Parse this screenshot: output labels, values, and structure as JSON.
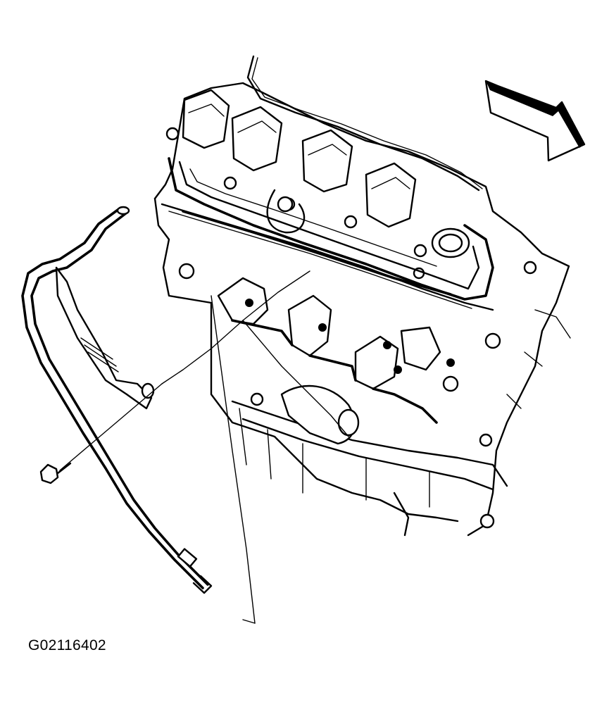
{
  "figure": {
    "id_label": "G02116402",
    "drawing_style": "black line art on white",
    "colors": {
      "ink": "#000000",
      "background": "#ffffff"
    }
  },
  "parts": [
    {
      "name": "engine-block",
      "icon": "engine-icon"
    },
    {
      "name": "valve-cover",
      "icon": "valve-cover-icon"
    },
    {
      "name": "ignition-coils",
      "icon": "coil-icon"
    },
    {
      "name": "exhaust-manifold",
      "icon": "manifold-icon"
    },
    {
      "name": "oil-level-indicator-tube",
      "icon": "tube-icon"
    },
    {
      "name": "mounting-bolt",
      "icon": "bolt-icon"
    },
    {
      "name": "front-of-vehicle-arrow",
      "icon": "arrow-icon"
    }
  ]
}
